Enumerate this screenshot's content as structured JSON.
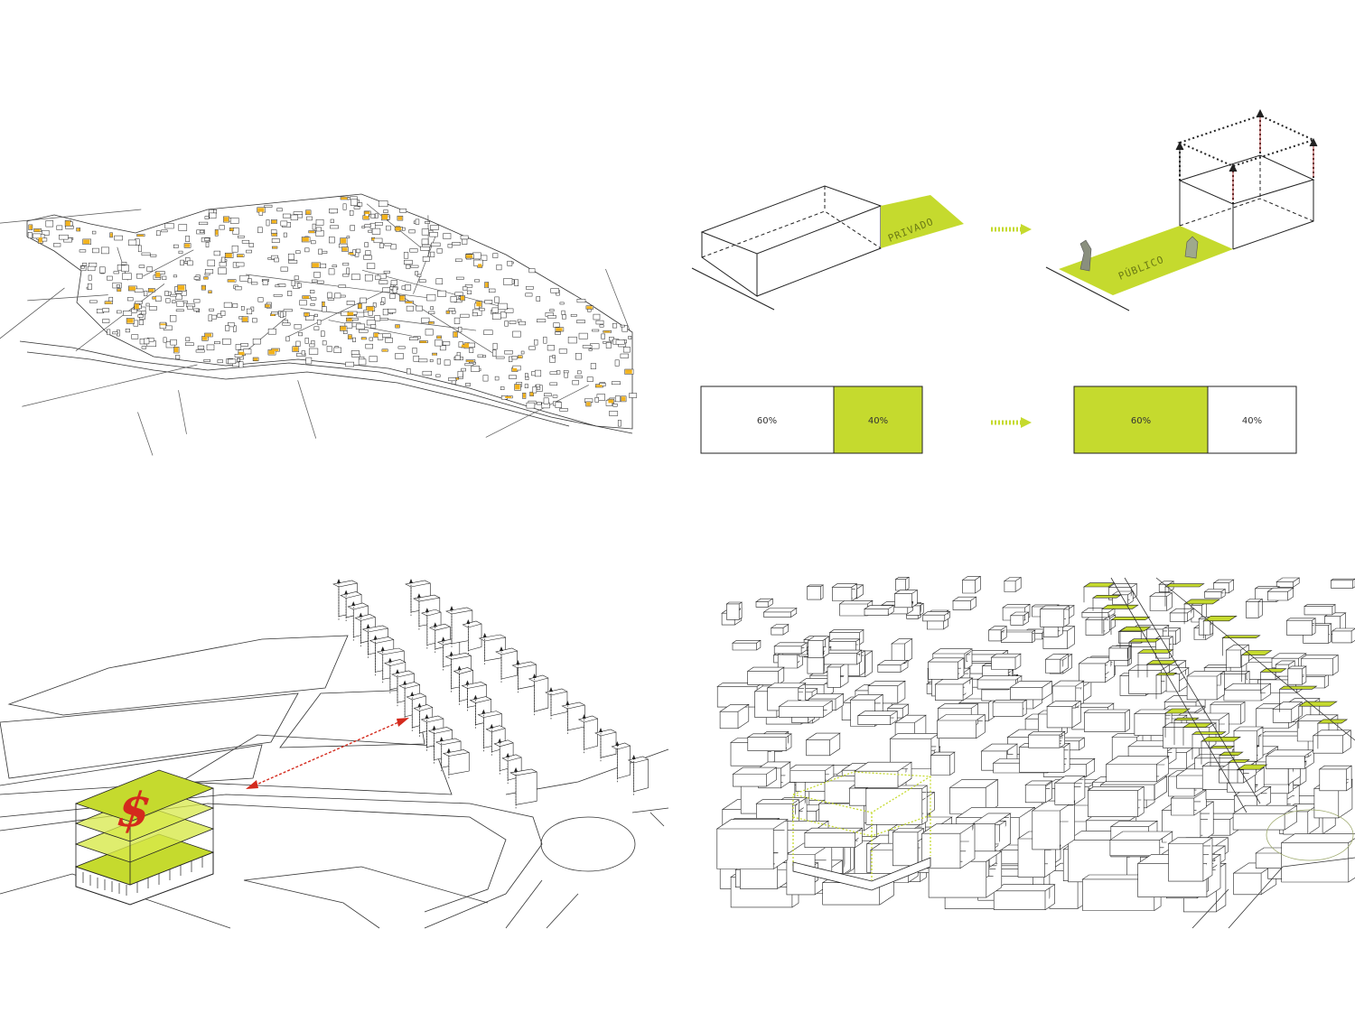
{
  "panels": {
    "city_map": {},
    "lot_diagram": {
      "before_label": "PRIVADO",
      "after_label": "PÚBLICO"
    },
    "ratio_bars": {
      "before": {
        "white": "60%",
        "green": "40%"
      },
      "after": {
        "green": "60%",
        "white": "40%"
      }
    },
    "air_rights": {
      "symbol": "$"
    },
    "context": {}
  },
  "colors": {
    "accent_green": "#c5da2e",
    "highlight_yellow": "#f2b21c",
    "arrow_red": "#d42a1d",
    "line": "#222222"
  }
}
